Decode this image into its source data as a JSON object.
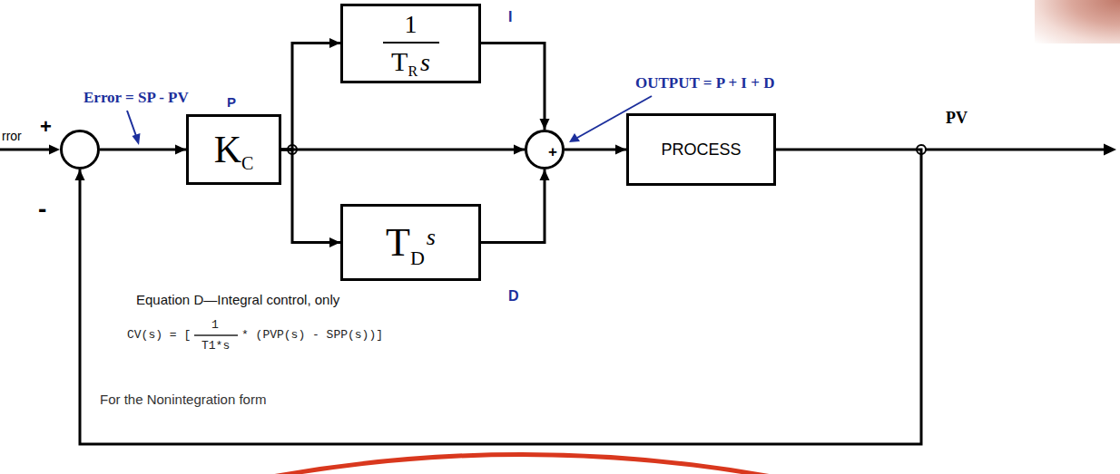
{
  "diagram": {
    "nodes": [
      {
        "text": [
          "+",
          "-"
        ]
      },
      {
        "text": [
          "K",
          "C"
        ]
      },
      {
        "text": [
          "1",
          "T",
          "R",
          "s"
        ]
      },
      {
        "text": [
          "T",
          "D",
          "s"
        ]
      },
      {
        "text": [
          "+"
        ]
      },
      {
        "text": [
          "PROCESS"
        ]
      }
    ],
    "edges": [
      {
        "from": 0,
        "to": 1,
        "arrow": "to"
      },
      {
        "from": 1,
        "to": 2,
        "arrow": "to"
      },
      {
        "from": 1,
        "to": 4,
        "arrow": "to"
      },
      {
        "from": 1,
        "to": 3,
        "arrow": "to"
      },
      {
        "from": 2,
        "to": 4,
        "arrow": "to"
      },
      {
        "from": 3,
        "to": 4,
        "arrow": "to"
      },
      {
        "from": 4,
        "to": 5,
        "arrow": "to"
      },
      {
        "from": 5,
        "to": 0,
        "arrow": "to"
      }
    ],
    "labels": [
      "rror",
      "Error = SP - PV",
      "P",
      "I",
      "D",
      "OUTPUT = P + I + D",
      "PV",
      "Equation D—Integral control, only",
      "CV(s) = [",
      "1",
      "T1*s",
      "* (PVP(s) - SPP(s))]",
      "For the Nonintegration form"
    ]
  }
}
